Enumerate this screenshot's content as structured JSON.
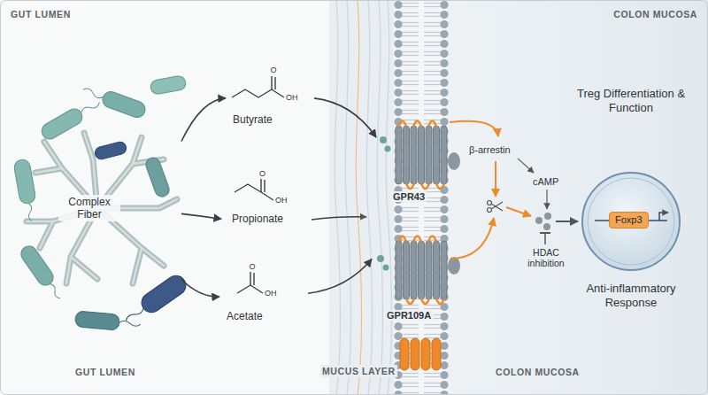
{
  "diagram": {
    "nodes": [
      {
        "text": [
          "Complex Fiber"
        ]
      },
      {
        "text": [
          "Butyrate"
        ]
      },
      {
        "text": [
          "Propionate"
        ]
      },
      {
        "text": [
          "Acetate"
        ]
      },
      {
        "text": [
          "GPR43"
        ]
      },
      {
        "text": [
          "GPR109A"
        ]
      },
      {
        "text": [
          "Treg Differentiation & Function",
          "Anti-inflammatory Response"
        ]
      },
      {
        "text": [
          "Foxp3"
        ],
        "in": 6
      }
    ],
    "edges": [
      {
        "from": 0,
        "to": 1,
        "arrow": "to"
      },
      {
        "from": 0,
        "to": 2,
        "arrow": "to"
      },
      {
        "from": 0,
        "to": 3,
        "arrow": "to"
      },
      {
        "from": 1,
        "to": 4,
        "arrow": "to"
      },
      {
        "from": 3,
        "to": 5,
        "arrow": "to"
      }
    ],
    "labels": [
      "GUT LUMEN",
      "COLON MUCOSA",
      "O",
      "OH",
      "O",
      "OH",
      "O",
      "OH",
      "β-arrestin",
      "cAMP",
      "HDAC inhibition",
      "GUT LUMEN",
      "MUCUS LAYER",
      "COLON MUCOSA"
    ]
  }
}
